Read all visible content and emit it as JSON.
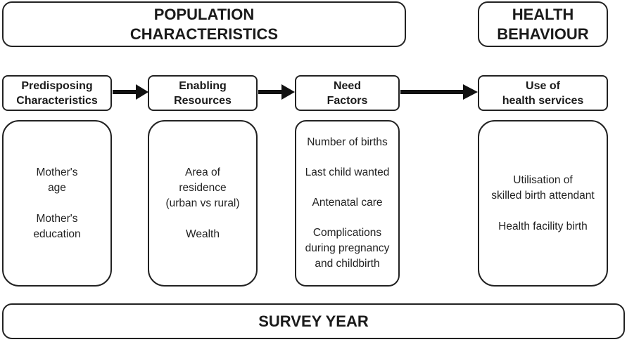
{
  "population_header": {
    "line1": "POPULATION",
    "line2": "CHARACTERISTICS"
  },
  "behaviour_header": {
    "line1": "HEALTH",
    "line2": "BEHAVIOUR"
  },
  "predisposing": {
    "title_line1": "Predisposing",
    "title_line2": "Characteristics",
    "items": [
      "Mother's",
      "age",
      "Mother's",
      "education"
    ]
  },
  "enabling": {
    "title_line1": "Enabling",
    "title_line2": "Resources",
    "items": [
      "Area of",
      "residence",
      "(urban vs rural)",
      "Wealth"
    ]
  },
  "need": {
    "title_line1": "Need",
    "title_line2": "Factors",
    "items": [
      "Number of births",
      "Last child wanted",
      "Antenatal care",
      "Complications",
      "during pregnancy",
      "and childbirth"
    ]
  },
  "use": {
    "title_line1": "Use of",
    "title_line2": "health services",
    "items": [
      "Utilisation of",
      "skilled birth attendant",
      "Health facility birth"
    ]
  },
  "survey_year": "SURVEY YEAR"
}
